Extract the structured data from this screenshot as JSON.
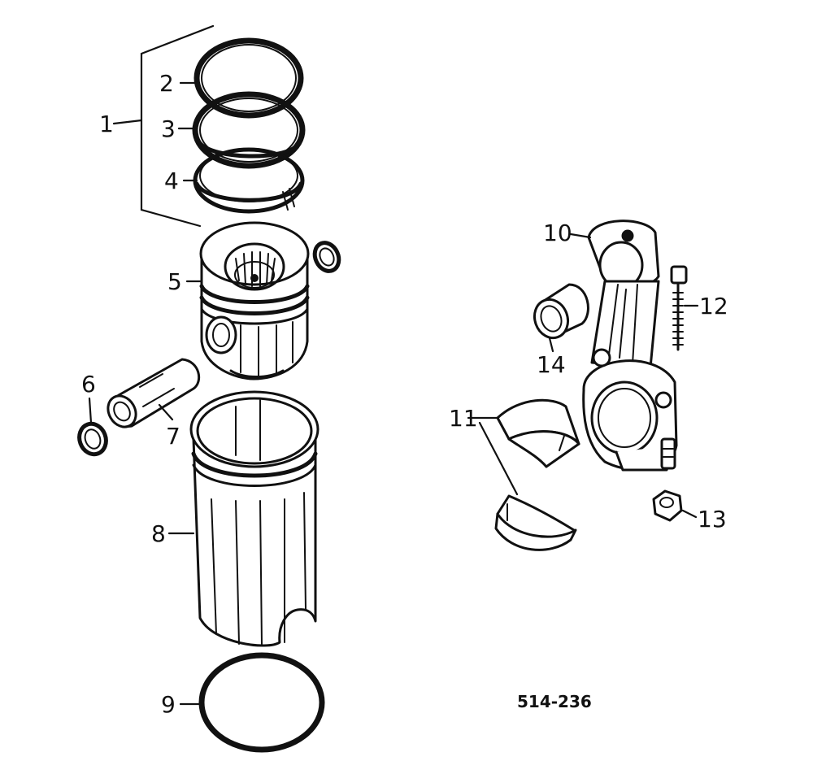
{
  "diagram": {
    "drawing_number": "514-236",
    "callouts": [
      {
        "id": "1",
        "label": "1"
      },
      {
        "id": "2",
        "label": "2"
      },
      {
        "id": "3",
        "label": "3"
      },
      {
        "id": "4",
        "label": "4"
      },
      {
        "id": "5",
        "label": "5"
      },
      {
        "id": "6",
        "label": "6"
      },
      {
        "id": "7",
        "label": "7"
      },
      {
        "id": "8",
        "label": "8"
      },
      {
        "id": "9",
        "label": "9"
      },
      {
        "id": "10",
        "label": "10"
      },
      {
        "id": "11",
        "label": "11"
      },
      {
        "id": "12",
        "label": "12"
      },
      {
        "id": "13",
        "label": "13"
      },
      {
        "id": "14",
        "label": "14"
      }
    ]
  }
}
